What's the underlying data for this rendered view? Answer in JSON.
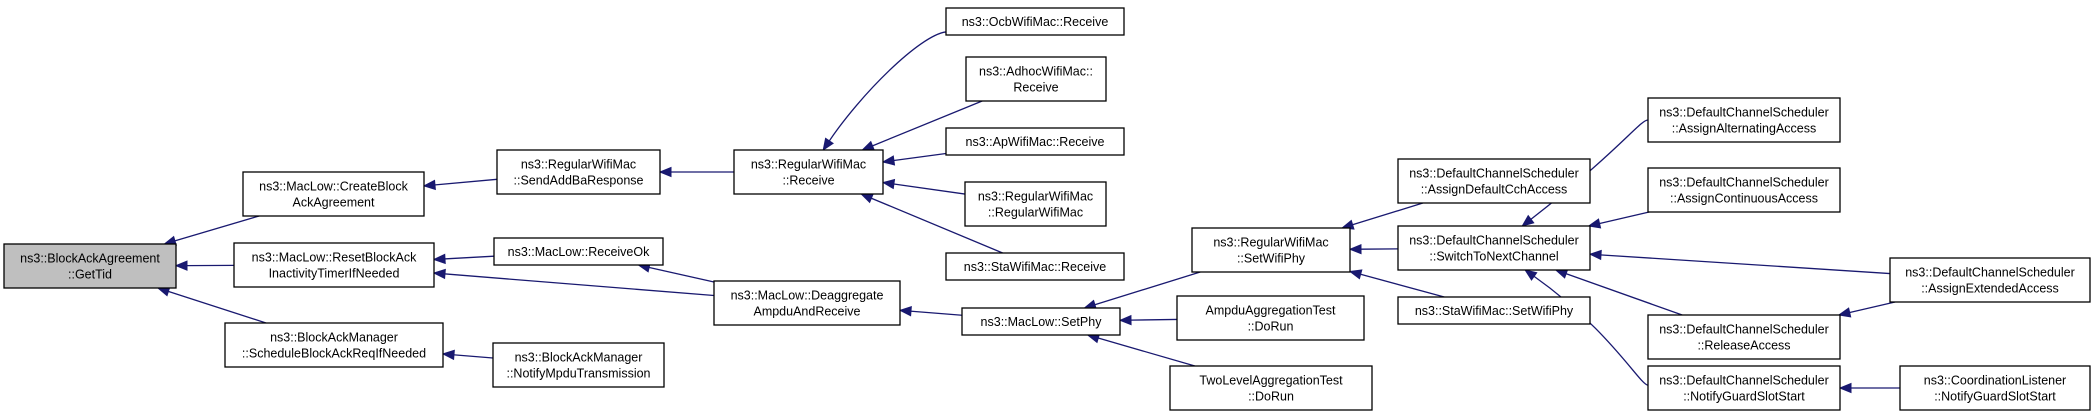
{
  "nodes": [
    {
      "id": "n0",
      "lines": [
        "ns3::BlockAckAgreement",
        "::GetTid"
      ]
    },
    {
      "id": "n1",
      "lines": [
        "ns3::MacLow::CreateBlock",
        "AckAgreement"
      ]
    },
    {
      "id": "n2",
      "lines": [
        "ns3::MacLow::ResetBlockAck",
        "InactivityTimerIfNeeded"
      ]
    },
    {
      "id": "n3",
      "lines": [
        "ns3::BlockAckManager",
        "::ScheduleBlockAckReqIfNeeded"
      ]
    },
    {
      "id": "n4",
      "lines": [
        "ns3::RegularWifiMac",
        "::SendAddBaResponse"
      ]
    },
    {
      "id": "n5",
      "lines": [
        "ns3::MacLow::ReceiveOk"
      ]
    },
    {
      "id": "n6",
      "lines": [
        "ns3::MacLow::Deaggregate",
        "AmpduAndReceive"
      ]
    },
    {
      "id": "n7",
      "lines": [
        "ns3::BlockAckManager",
        "::NotifyMpduTransmission"
      ]
    },
    {
      "id": "n8",
      "lines": [
        "ns3::RegularWifiMac",
        "::Receive"
      ]
    },
    {
      "id": "n9",
      "lines": [
        "ns3::MacLow::SetPhy"
      ]
    },
    {
      "id": "n10",
      "lines": [
        "ns3::OcbWifiMac::Receive"
      ]
    },
    {
      "id": "n11",
      "lines": [
        "ns3::AdhocWifiMac::",
        "Receive"
      ]
    },
    {
      "id": "n12",
      "lines": [
        "ns3::ApWifiMac::Receive"
      ]
    },
    {
      "id": "n13",
      "lines": [
        "ns3::RegularWifiMac",
        "::RegularWifiMac"
      ]
    },
    {
      "id": "n14",
      "lines": [
        "ns3::StaWifiMac::Receive"
      ]
    },
    {
      "id": "n15",
      "lines": [
        "ns3::RegularWifiMac",
        "::SetWifiPhy"
      ]
    },
    {
      "id": "n16",
      "lines": [
        "AmpduAggregationTest",
        "::DoRun"
      ]
    },
    {
      "id": "n17",
      "lines": [
        "TwoLevelAggregationTest",
        "::DoRun"
      ]
    },
    {
      "id": "n18",
      "lines": [
        "ns3::DefaultChannelScheduler",
        "::AssignDefaultCchAccess"
      ]
    },
    {
      "id": "n19",
      "lines": [
        "ns3::DefaultChannelScheduler",
        "::SwitchToNextChannel"
      ]
    },
    {
      "id": "n20",
      "lines": [
        "ns3::StaWifiMac::SetWifiPhy"
      ]
    },
    {
      "id": "n21",
      "lines": [
        "ns3::DefaultChannelScheduler",
        "::AssignAlternatingAccess"
      ]
    },
    {
      "id": "n22",
      "lines": [
        "ns3::DefaultChannelScheduler",
        "::AssignContinuousAccess"
      ]
    },
    {
      "id": "n23",
      "lines": [
        "ns3::DefaultChannelScheduler",
        "::ReleaseAccess"
      ]
    },
    {
      "id": "n24",
      "lines": [
        "ns3::DefaultChannelScheduler",
        "::NotifyGuardSlotStart"
      ]
    },
    {
      "id": "n25",
      "lines": [
        "ns3::DefaultChannelScheduler",
        "::AssignExtendedAccess"
      ]
    },
    {
      "id": "n26",
      "lines": [
        "ns3::CoordinationListener",
        "::NotifyGuardSlotStart"
      ]
    }
  ],
  "edges": [
    {
      "from": "n1",
      "to": "n0"
    },
    {
      "from": "n2",
      "to": "n0"
    },
    {
      "from": "n3",
      "to": "n0"
    },
    {
      "from": "n4",
      "to": "n1"
    },
    {
      "from": "n5",
      "to": "n2"
    },
    {
      "from": "n6",
      "to": "n2"
    },
    {
      "from": "n7",
      "to": "n3"
    },
    {
      "from": "n8",
      "to": "n4"
    },
    {
      "from": "n6",
      "to": "n5"
    },
    {
      "from": "n9",
      "to": "n6"
    },
    {
      "from": "n10",
      "to": "n8"
    },
    {
      "from": "n11",
      "to": "n8"
    },
    {
      "from": "n12",
      "to": "n8"
    },
    {
      "from": "n13",
      "to": "n8"
    },
    {
      "from": "n14",
      "to": "n8"
    },
    {
      "from": "n15",
      "to": "n9"
    },
    {
      "from": "n16",
      "to": "n9"
    },
    {
      "from": "n17",
      "to": "n9"
    },
    {
      "from": "n18",
      "to": "n15"
    },
    {
      "from": "n19",
      "to": "n15"
    },
    {
      "from": "n20",
      "to": "n15"
    },
    {
      "from": "n21",
      "to": "n19"
    },
    {
      "from": "n22",
      "to": "n19"
    },
    {
      "from": "n23",
      "to": "n19"
    },
    {
      "from": "n24",
      "to": "n19"
    },
    {
      "from": "n25",
      "to": "n19"
    },
    {
      "from": "n25",
      "to": "n23"
    },
    {
      "from": "n26",
      "to": "n24"
    }
  ],
  "colors": {
    "edge": "#191970",
    "root_fill": "#bfbfbf",
    "node_fill": "#ffffff",
    "node_border": "#000000"
  }
}
